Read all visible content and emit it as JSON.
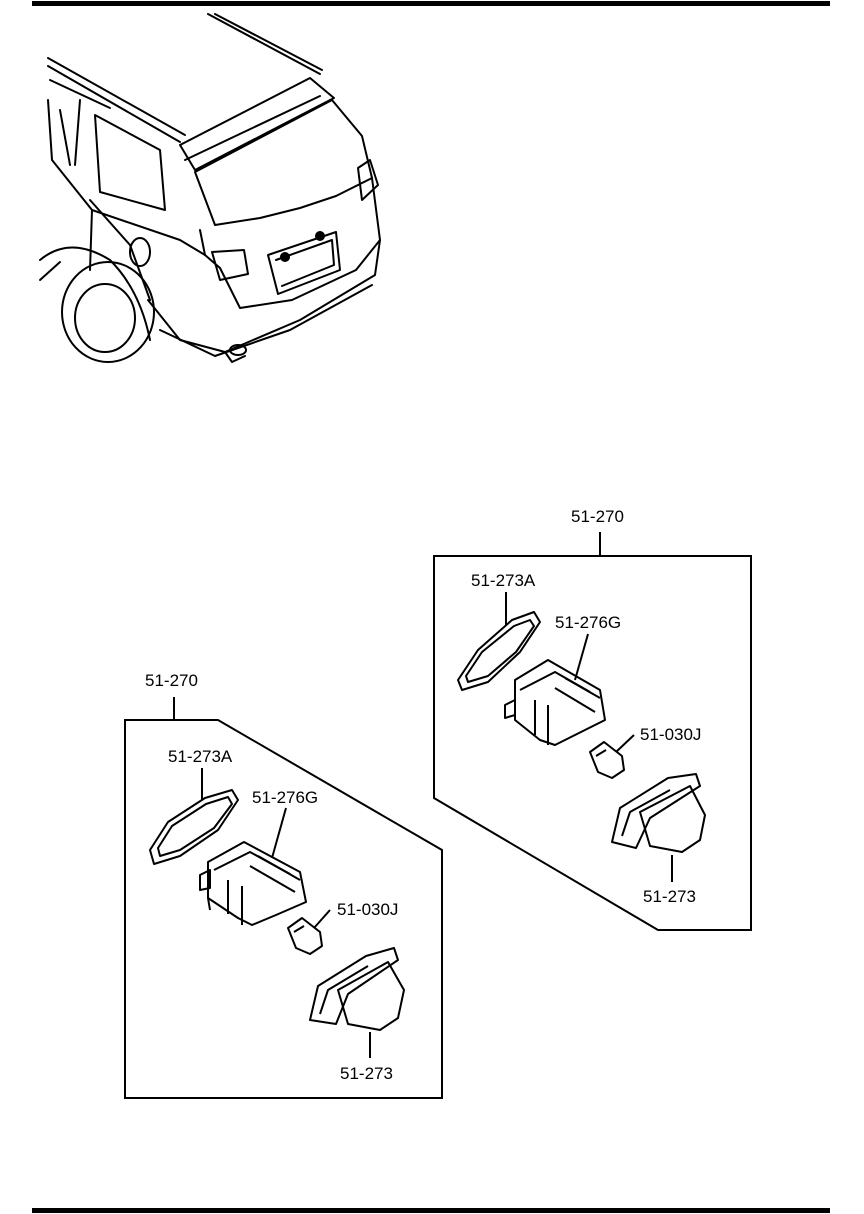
{
  "groups": [
    {
      "assembly": "51-270",
      "parts": {
        "lens_gasket": "51-273A",
        "socket": "51-276G",
        "bulb": "51-030J",
        "lamp_body": "51-273"
      }
    },
    {
      "assembly": "51-270",
      "parts": {
        "lens_gasket": "51-273A",
        "socket": "51-276G",
        "bulb": "51-030J",
        "lamp_body": "51-273"
      }
    }
  ]
}
